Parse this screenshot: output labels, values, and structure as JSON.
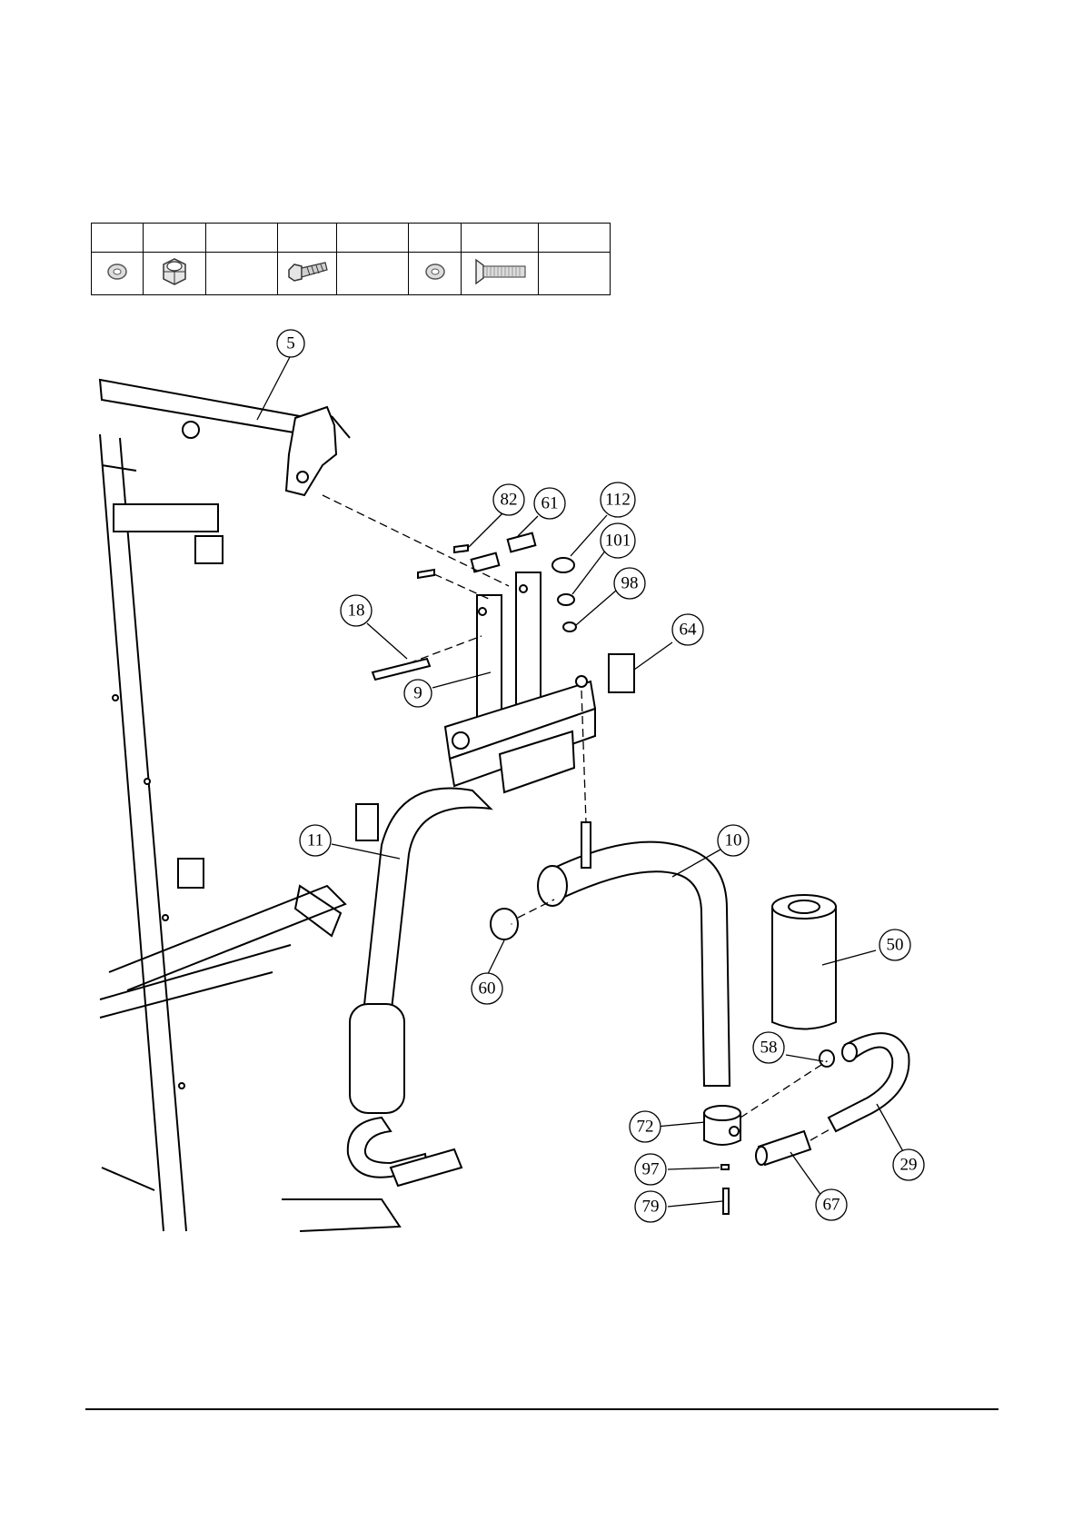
{
  "hardware_table": {
    "headers": [
      "",
      "",
      "",
      "",
      "",
      "",
      "",
      ""
    ],
    "icons": [
      "washer-icon",
      "nylon-nut-icon",
      "",
      "hex-bolt-icon",
      "",
      "washer-icon",
      "flat-head-screw-icon",
      ""
    ]
  },
  "callouts": [
    {
      "label": "5"
    },
    {
      "label": "82"
    },
    {
      "label": "61"
    },
    {
      "label": "112"
    },
    {
      "label": "101"
    },
    {
      "label": "98"
    },
    {
      "label": "18"
    },
    {
      "label": "64"
    },
    {
      "label": "9"
    },
    {
      "label": "11"
    },
    {
      "label": "10"
    },
    {
      "label": "50"
    },
    {
      "label": "60"
    },
    {
      "label": "58"
    },
    {
      "label": "72"
    },
    {
      "label": "29"
    },
    {
      "label": "97"
    },
    {
      "label": "79"
    },
    {
      "label": "67"
    }
  ]
}
